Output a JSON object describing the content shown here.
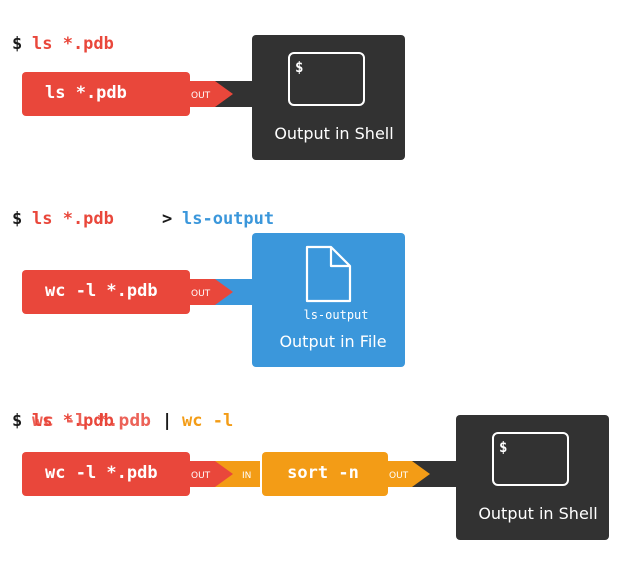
{
  "colors": {
    "red": "#e9473b",
    "blue": "#3b97db",
    "orange": "#f39c16",
    "dark": "#323232",
    "black": "#1a1a1a",
    "white": "#ffffff"
  },
  "section1": {
    "prompt": "$",
    "command": "ls *.pdb",
    "process_label": "ls *.pdb",
    "out_label": "OUT",
    "shell_prompt": "$",
    "output_caption": "Output in Shell"
  },
  "section2": {
    "prompt": "$",
    "command": "ls *.pdb",
    "redirect": ">",
    "target": "ls-output",
    "process_label": "wc -l *.pdb",
    "out_label": "OUT",
    "file_name": "ls-output",
    "output_caption": "Output in File"
  },
  "section3": {
    "prompt": "$",
    "command_a": "ls *.pdb",
    "command_b": "wc -l *.pdb",
    "pipe": "|",
    "command_c": "wc -l",
    "process_label": "wc -l *.pdb",
    "out_label": "OUT",
    "in_label": "IN",
    "sort_label": "sort -n",
    "out2_label": "OUT",
    "shell_prompt": "$",
    "output_caption": "Output in Shell"
  }
}
